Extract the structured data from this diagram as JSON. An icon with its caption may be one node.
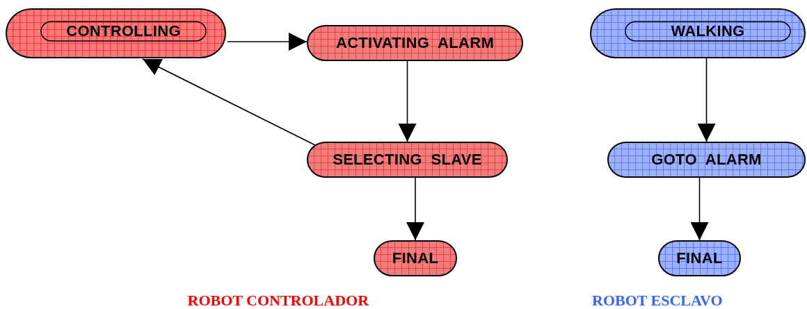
{
  "diagram": {
    "nodes": [
      {
        "text": [],
        "shape": "box"
      },
      {
        "text": [
          "CONTROLLING"
        ],
        "in": 0
      },
      {
        "text": [
          "ACTIVATING  ALARM"
        ]
      },
      {
        "text": [
          "SELECTING  SLAVE"
        ]
      },
      {
        "text": [
          "FINAL"
        ]
      },
      {
        "text": [],
        "shape": "box"
      },
      {
        "text": [
          "WALKING"
        ],
        "in": 5
      },
      {
        "text": [
          "GOTO  ALARM"
        ]
      },
      {
        "text": [
          "FINAL"
        ]
      }
    ],
    "edges": [
      {
        "from": 0,
        "to": 2,
        "arrow": "to"
      },
      {
        "from": 2,
        "to": 3,
        "arrow": "to"
      },
      {
        "from": 3,
        "to": 0,
        "arrow": "to"
      },
      {
        "from": 3,
        "to": 4,
        "arrow": "to"
      },
      {
        "from": 5,
        "to": 7,
        "arrow": "to"
      },
      {
        "from": 7,
        "to": 8,
        "arrow": "to"
      }
    ],
    "labels": [
      "ROBOT CONTROLADOR",
      "ROBOT ESCLAVO"
    ]
  }
}
